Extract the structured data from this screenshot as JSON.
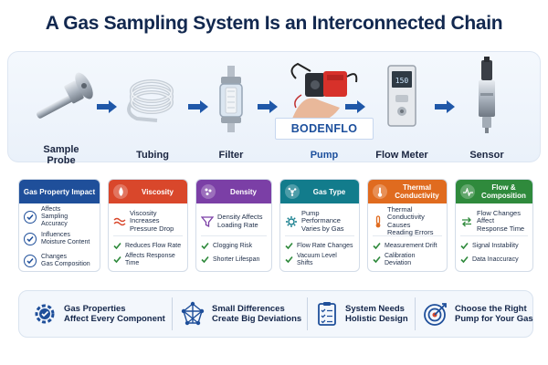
{
  "title": "A Gas Sampling System Is an Interconnected Chain",
  "brand": "BODENFLO",
  "components": [
    {
      "label": "Sample\nProbe",
      "icon": "probe-icon"
    },
    {
      "label": "Tubing",
      "icon": "tubing-icon"
    },
    {
      "label": "Filter",
      "icon": "filter-icon"
    },
    {
      "label": "Pump",
      "icon": "pump-icon",
      "accent": "#1c4f9c"
    },
    {
      "label": "Flow Meter",
      "icon": "flow-meter-icon",
      "display": "150"
    },
    {
      "label": "Sensor",
      "icon": "sensor-icon"
    }
  ],
  "impact_card": {
    "title": "Gas Property Impact",
    "color": "#1f4f9a",
    "items": [
      "Affects\nSampling Accuracy",
      "Influences\nMoisture Content",
      "Changes\nGas Composition"
    ]
  },
  "cards": [
    {
      "title": "Viscosity",
      "color": "#d9472b",
      "desc": "Viscosity\nIncreases\nPressure Drop",
      "bullets": [
        "Reduces Flow Rate",
        "Affects Response Time"
      ]
    },
    {
      "title": "Density",
      "color": "#7b3fa6",
      "desc": "Density Affects\nLoading Rate",
      "bullets": [
        "Clogging Risk",
        "Shorter Lifespan"
      ]
    },
    {
      "title": "Gas Type",
      "color": "#127c8c",
      "desc": "Pump Performance\nVaries by Gas",
      "bullets": [
        "Flow Rate Changes",
        "Vacuum Level Shifts"
      ]
    },
    {
      "title": "Thermal\nConductivity",
      "color": "#e06b1f",
      "desc": "Thermal Conductivity\nCauses\nReading Errors",
      "bullets": [
        "Measurement Drift",
        "Calibration Deviation"
      ]
    },
    {
      "title": "Flow &\nComposition",
      "color": "#2f8a3c",
      "desc": "Flow Changes Affect\nResponse Time",
      "bullets": [
        "Signal Instability",
        "Data Inaccuracy"
      ]
    }
  ],
  "takeaways": [
    {
      "text": "Gas Properties\nAffect Every Component",
      "icon": "gear-check-icon"
    },
    {
      "text": "Small Differences\nCreate Big Deviations",
      "icon": "network-icon"
    },
    {
      "text": "System Needs\nHolistic Design",
      "icon": "checklist-icon"
    },
    {
      "text": "Choose the Right\nPump for Your Gas",
      "icon": "target-icon"
    }
  ],
  "colors": {
    "navy": "#12284f",
    "check_green": "#2f8a3c",
    "arrow_blue": "#1f57a8"
  }
}
